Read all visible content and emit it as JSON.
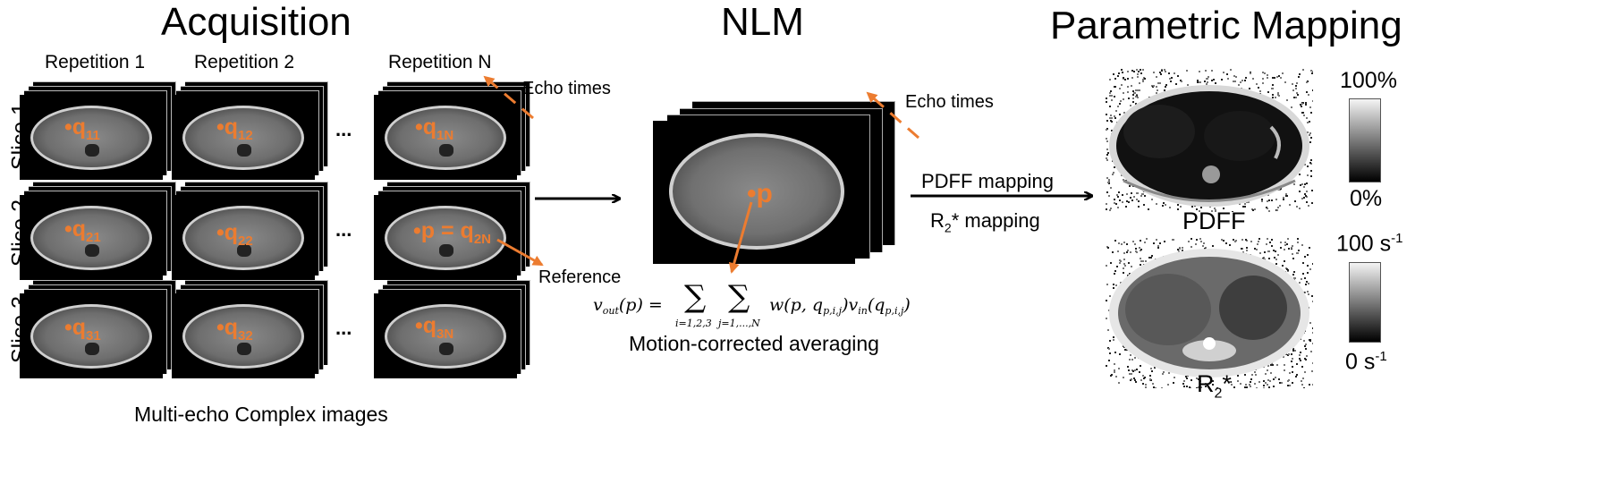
{
  "titles": {
    "acquisition": "Acquisition",
    "nlm": "NLM",
    "parametric": "Parametric Mapping"
  },
  "columns": [
    "Repetition 1",
    "Repetition 2",
    "Repetition N"
  ],
  "rows": [
    "Slice 1",
    "Slice 2",
    "Slice 3"
  ],
  "labels": {
    "q11": "q",
    "q11_sub": "11",
    "q12": "q",
    "q12_sub": "12",
    "q1N": "q",
    "q1N_sub": "1N",
    "q21": "q",
    "q21_sub": "21",
    "q22": "q",
    "q22_sub": "22",
    "p_eq": "p = q",
    "p_eq_sub": "2N",
    "q31": "q",
    "q31_sub": "31",
    "q32": "q",
    "q32_sub": "32",
    "q3N": "q",
    "q3N_sub": "3N",
    "p": "p",
    "ellipsis": "...",
    "echo_times": "Echo times",
    "reference": "Reference",
    "multi_echo": "Multi-echo Complex images",
    "motion_corrected": "Motion-corrected averaging",
    "pdff_mapping": "PDFF mapping",
    "r2_mapping_main": "R",
    "r2_mapping_sub": "2",
    "r2_mapping_rest": "* mapping",
    "pdff": "PDFF",
    "r2_main": "R",
    "r2_sub": "2",
    "r2_rest": "*",
    "pdff_max": "100%",
    "pdff_min": "0%",
    "r2_max_main": "100 s",
    "r2_max_sup": "-1",
    "r2_min_main": "0 s",
    "r2_min_sup": "-1"
  },
  "formula": {
    "lhs": "v",
    "lhs_sub": "out",
    "lhs_arg": "(p) =",
    "sum1_idx": "i=1,2,3",
    "sum2_idx": "j=1,...,N",
    "rhs": "w(p, q",
    "rhs_sub": "p,i,j",
    "rhs_mid": ")v",
    "rhs_sub2": "in",
    "rhs_arg": "(q",
    "rhs_sub3": "p,i,j",
    "rhs_end": ")"
  },
  "colors": {
    "accent": "#ec7c30",
    "arrow": "#000000"
  }
}
